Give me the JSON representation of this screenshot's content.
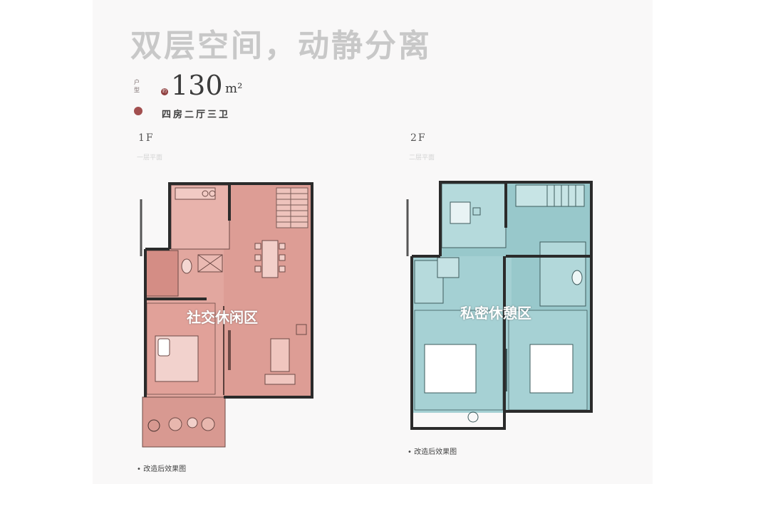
{
  "header": {
    "headline": "双层空间，动静分离",
    "unit_label": "户型",
    "area_prefix": "约",
    "area_value": "130",
    "area_unit": "m²",
    "rooms": "四房二厅三卫"
  },
  "floor1": {
    "label": "1F",
    "sub": "一层平面",
    "zone": "社交休闲区",
    "note": "• 改造后效果图",
    "color": "#e3a59d"
  },
  "floor2": {
    "label": "2F",
    "sub": "二层平面",
    "zone": "私密休憩区",
    "note": "• 改造后效果图",
    "color": "#a5d1d3"
  },
  "colors": {
    "wall": "#2b2b2b",
    "floor1_dark": "#c7847c",
    "floor2_dark": "#86b8bb",
    "headline": "#c8c8c8"
  }
}
